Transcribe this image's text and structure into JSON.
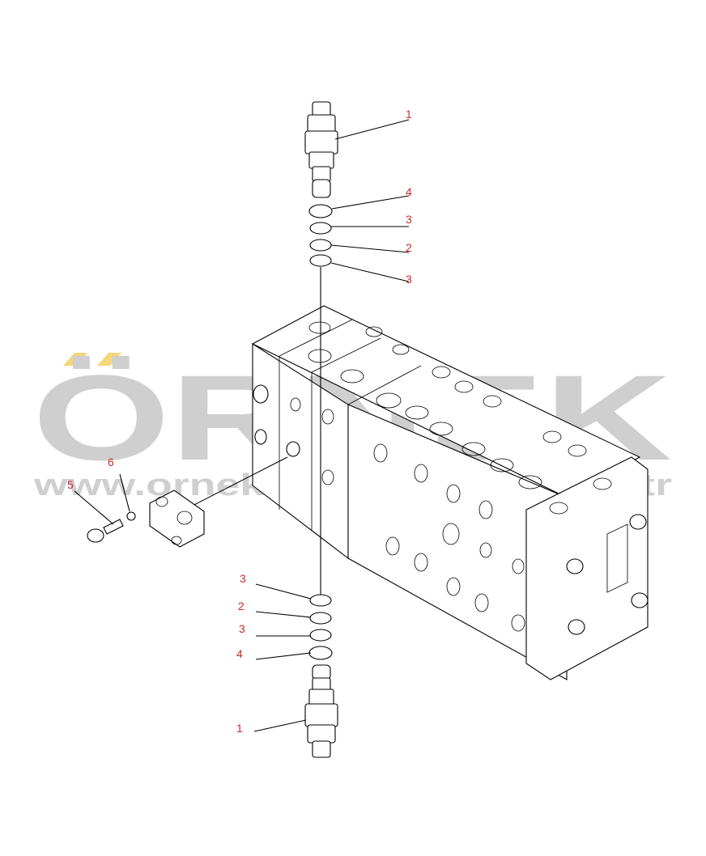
{
  "watermark": {
    "brand": "ÖRNEK",
    "url": "www.orneklismakinalari.com.tr",
    "text_color": "#cfcfcf",
    "accent_color": "#f3d77a"
  },
  "callouts": {
    "top_valve": "1",
    "top_ring_a": "4",
    "top_ring_b": "3",
    "top_ring_c": "2",
    "top_ring_d": "3",
    "left_bolt": "5",
    "left_washer": "6",
    "bottom_ring_a": "3",
    "bottom_ring_b": "2",
    "bottom_ring_c": "3",
    "bottom_ring_d": "4",
    "bottom_valve": "1"
  },
  "colors": {
    "callout": "#cc2a2a",
    "ink": "#000000"
  }
}
